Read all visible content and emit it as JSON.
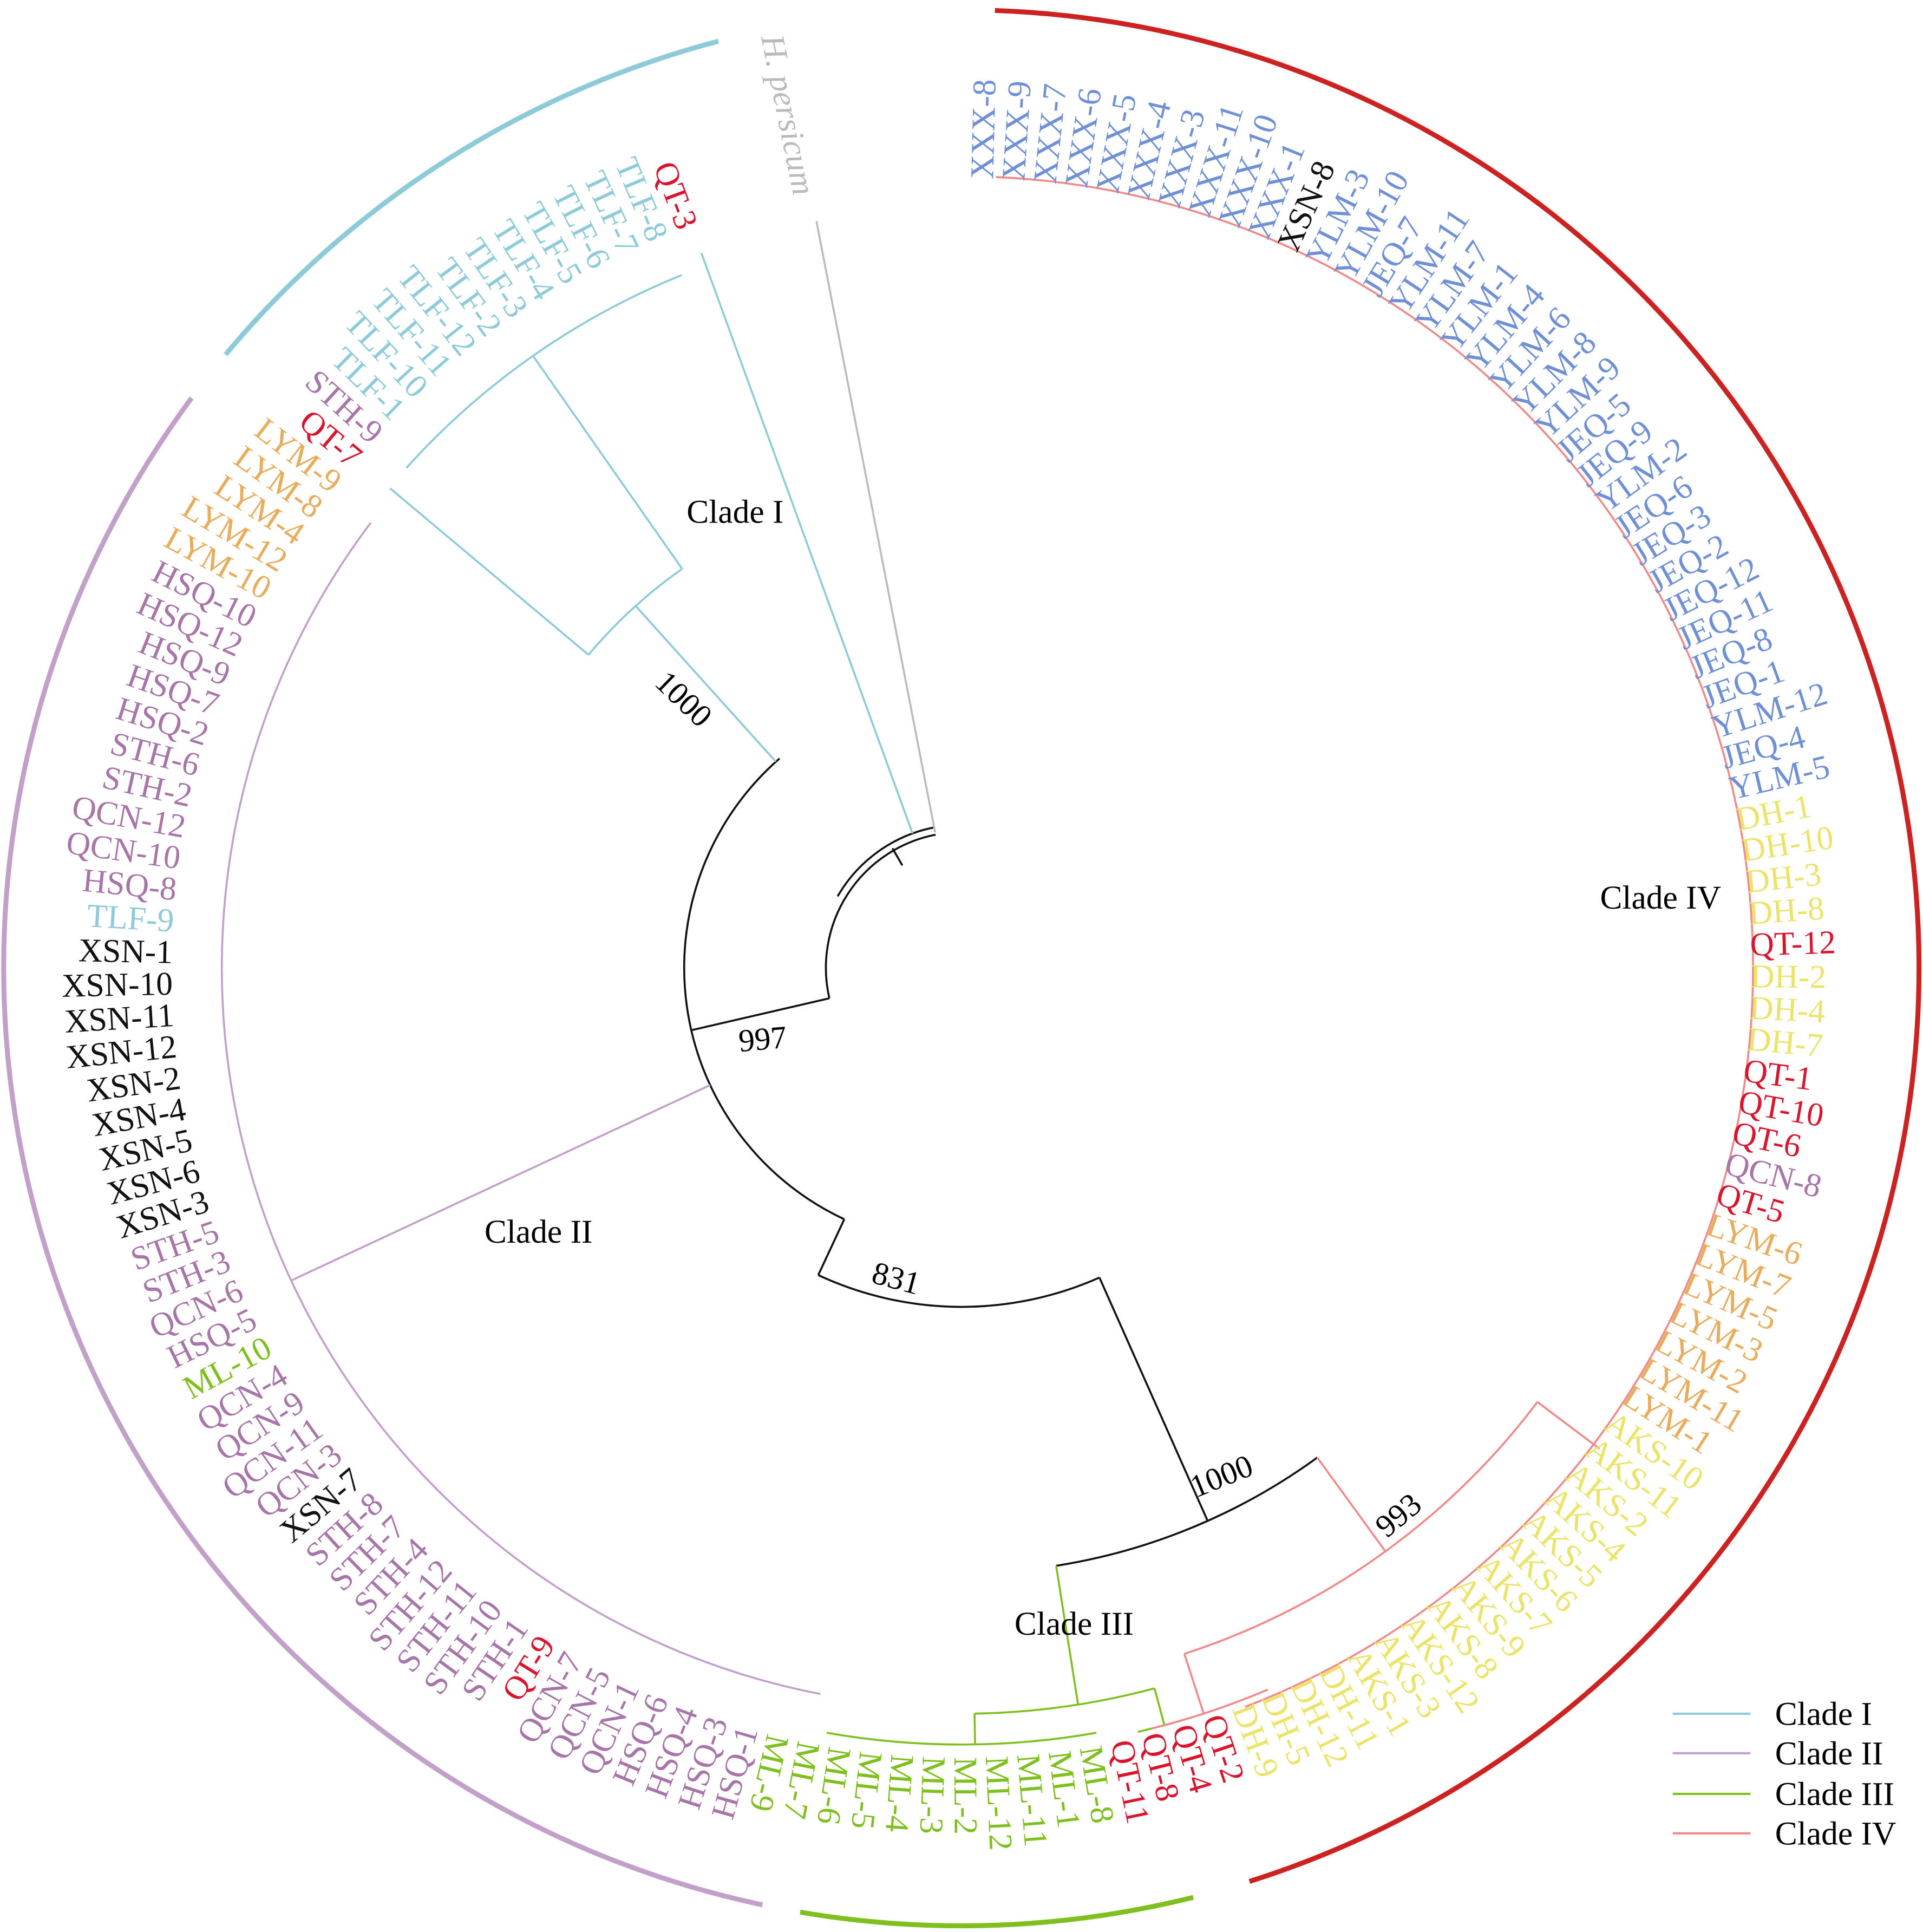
{
  "colors": {
    "blue": "#6f90d4",
    "black": "#111111",
    "yellow": "#ebe46a",
    "red": "#d9142c",
    "purple": "#a775a8",
    "orange": "#e8ad5c",
    "green": "#7fbf1f",
    "cyan": "#8ecbd9",
    "gray": "#bbbbbb",
    "clade1": "#8ecbd9",
    "clade2": "#c3a0c9",
    "clade3": "#7fbf1f",
    "clade4": "#f08a8a",
    "clade4_outer": "#cc2222"
  },
  "outgroup": "H. persicum",
  "taxa_runs": [
    {
      "c": "blue",
      "t": [
        "XXX-8",
        "XXX-9",
        "XXX-7",
        "XXX-6",
        "XXX-5",
        "XXX-4",
        "XXX-3",
        "XXX-11",
        "XXX-10",
        "XXX-1"
      ]
    },
    {
      "c": "black",
      "t": [
        "XSN-8"
      ]
    },
    {
      "c": "blue",
      "t": [
        "YLM-3",
        "YLM-10",
        "JEQ-7",
        "YLM-11",
        "YLM-7",
        "YLM-1",
        "YLM-4",
        "YLM-6",
        "YLM-8",
        "YLM-9",
        "JEQ-5",
        "JEQ-9",
        "YLM-2",
        "JEQ-6",
        "JEQ-3",
        "JEQ-2",
        "JEQ-12",
        "JEQ-11",
        "JEQ-8",
        "JEQ-1",
        "YLM-12",
        "JEQ-4",
        "YLM-5"
      ]
    },
    {
      "c": "yellow",
      "t": [
        "DH-1",
        "DH-10",
        "DH-3",
        "DH-8"
      ]
    },
    {
      "c": "red",
      "t": [
        "QT-12"
      ]
    },
    {
      "c": "yellow",
      "t": [
        "DH-2",
        "DH-4",
        "DH-7"
      ]
    },
    {
      "c": "red",
      "t": [
        "QT-1",
        "QT-10",
        "QT-6"
      ]
    },
    {
      "c": "purple",
      "t": [
        "QCN-8"
      ]
    },
    {
      "c": "red",
      "t": [
        "QT-5"
      ]
    },
    {
      "c": "orange",
      "t": [
        "LYM-6",
        "LYM-7",
        "LYM-5",
        "LYM-3",
        "LYM-2",
        "LYM-11",
        "LYM-1"
      ]
    },
    {
      "c": "yellow",
      "t": [
        "AKS-10",
        "AKS-11",
        "AKS-2",
        "AKS-4",
        "AKS-5",
        "AKS-6",
        "AKS-7",
        "AKS-9",
        "AKS-8",
        "AKS-12",
        "AKS-3",
        "AKS-1",
        "DH-11",
        "DH-12",
        "DH-5",
        "DH-9"
      ]
    },
    {
      "c": "red",
      "t": [
        "QT-2",
        "QT-4",
        "QT-8",
        "QT-11"
      ]
    },
    {
      "c": "green",
      "t": [
        "ML-8",
        "ML-1",
        "ML-11",
        "ML-12",
        "ML-2",
        "ML-3",
        "ML-4",
        "ML-5",
        "ML-6",
        "ML-7",
        "ML-9"
      ]
    },
    {
      "c": "purple",
      "t": [
        "HSQ-1",
        "HSQ-3",
        "HSQ-4",
        "HSQ-6",
        "QCN-1",
        "QCN-5",
        "QCN-7"
      ]
    },
    {
      "c": "red",
      "t": [
        "QT-9"
      ]
    },
    {
      "c": "purple",
      "t": [
        "STH-1",
        "STH-10",
        "STH-11",
        "STH-12",
        "STH-4",
        "STH-7",
        "STH-8"
      ]
    },
    {
      "c": "black",
      "t": [
        "XSN-7"
      ]
    },
    {
      "c": "purple",
      "t": [
        "QCN-3",
        "QCN-11",
        "QCN-9",
        "QCN-4"
      ]
    },
    {
      "c": "green",
      "t": [
        "ML-10"
      ]
    },
    {
      "c": "purple",
      "t": [
        "HSQ-5",
        "QCN-6",
        "STH-3",
        "STH-5"
      ]
    },
    {
      "c": "black",
      "t": [
        "XSN-3",
        "XSN-6",
        "XSN-5",
        "XSN-4",
        "XSN-2",
        "XSN-12",
        "XSN-11",
        "XSN-10",
        "XSN-1"
      ]
    },
    {
      "c": "cyan",
      "t": [
        "TLF-9"
      ]
    },
    {
      "c": "purple",
      "t": [
        "HSQ-8",
        "QCN-10",
        "QCN-12",
        "STH-2",
        "STH-6",
        "HSQ-2",
        "HSQ-7",
        "HSQ-9",
        "HSQ-12",
        "HSQ-10"
      ]
    },
    {
      "c": "orange",
      "t": [
        "LYM-10",
        "LYM-12",
        "LYM-4",
        "LYM-8",
        "LYM-9"
      ]
    },
    {
      "c": "red",
      "t": [
        "QT-7"
      ]
    },
    {
      "c": "purple",
      "t": [
        "STH-9"
      ]
    },
    {
      "c": "cyan",
      "t": [
        "TLF-1",
        "TLF-10",
        "TLF-11",
        "TLF-12",
        "TLF-2",
        "TLF-3",
        "TLF-4",
        "TLF-5",
        "TLF-6",
        "TLF-7",
        "TLF-8"
      ]
    },
    {
      "c": "red",
      "t": [
        "QT-3"
      ]
    }
  ],
  "clade_labels": {
    "clade1": "Clade I",
    "clade2": "Clade II",
    "clade3": "Clade III",
    "clade4": "Clade IV"
  },
  "bootstrap": {
    "b_clade1": "1000",
    "b_997": "997",
    "b_831": "831",
    "b_1000b": "1000",
    "b_993": "993"
  },
  "legend": [
    {
      "label": "Clade I",
      "color": "#8ecbd9"
    },
    {
      "label": "Clade II",
      "color": "#c3a0c9"
    },
    {
      "label": "Clade III",
      "color": "#7fbf1f"
    },
    {
      "label": "Clade IV",
      "color": "#f08a8a"
    }
  ]
}
